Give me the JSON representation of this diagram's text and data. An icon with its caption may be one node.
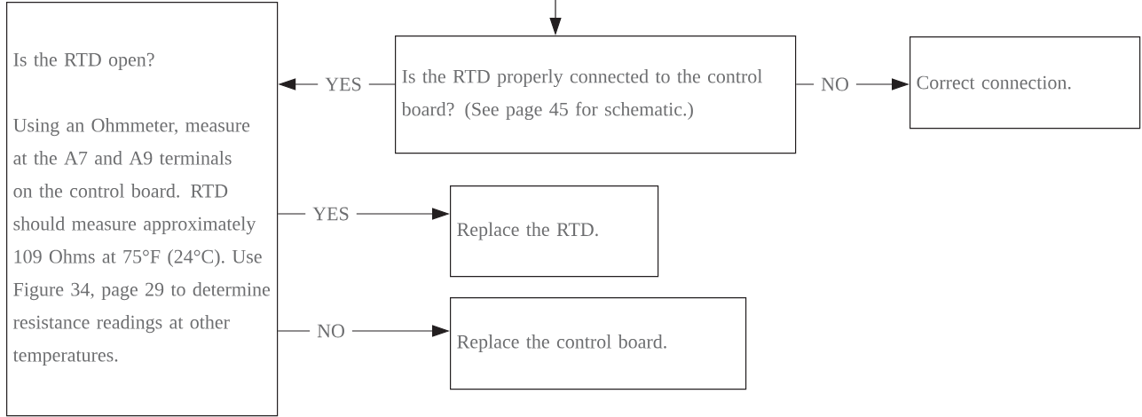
{
  "diagram": {
    "nodes": [
      {
        "text": [
          "Is the RTD open?",
          "Using an Ohmmeter, measure at the A7 and A9 terminals on the control board. RTD should measure approximately 109 Ohms at 75°F (24°C). Use Figure 34, page 29 to determine resistance readings at other temperatures."
        ]
      },
      {
        "text": [
          "Is the RTD properly connected to the control board? (See page 45 for schematic.)"
        ]
      },
      {
        "text": [
          "Correct connection."
        ]
      },
      {
        "text": [
          "Replace the RTD."
        ]
      },
      {
        "text": [
          "Replace the control board."
        ]
      }
    ],
    "edges": [
      {
        "from": null,
        "to": 1,
        "arrow": "to"
      },
      {
        "from": 1,
        "to": 0,
        "arrow": "to",
        "label": "YES"
      },
      {
        "from": 1,
        "to": 2,
        "arrow": "to",
        "label": "NO"
      },
      {
        "from": 0,
        "to": 3,
        "arrow": "to",
        "label": "YES"
      },
      {
        "from": 0,
        "to": 4,
        "arrow": "to",
        "label": "NO"
      }
    ]
  }
}
